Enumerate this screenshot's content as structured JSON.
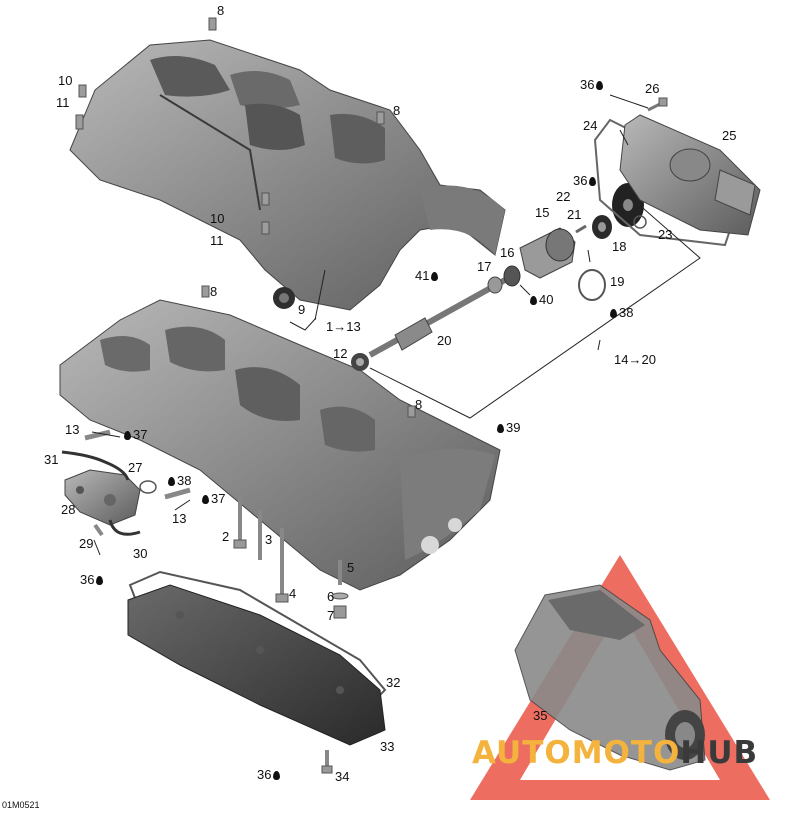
{
  "labels": {
    "l8a": "8",
    "l8b": "8",
    "l8c": "8",
    "l8d": "8",
    "l10a": "10",
    "l11a": "11",
    "l10b": "10",
    "l11b": "11",
    "l9": "9",
    "l1to13": "1→13",
    "l36a": "36",
    "l26": "26",
    "l24": "24",
    "l25": "25",
    "l36b": "36",
    "l22": "22",
    "l15": "15",
    "l21": "21",
    "l23": "23",
    "l18": "18",
    "l41": "41",
    "l17": "17",
    "l16": "16",
    "l40": "40",
    "l19": "19",
    "l38a": "38",
    "l20": "20",
    "l12": "12",
    "l14to20": "14→20",
    "l13a": "13",
    "l37a": "37",
    "l39": "39",
    "l31": "31",
    "l27": "27",
    "l38b": "38",
    "l37b": "37",
    "l13b": "13",
    "l28": "28",
    "l29": "29",
    "l30": "30",
    "l36c": "36",
    "l2": "2",
    "l3": "3",
    "l4": "4",
    "l5": "5",
    "l6": "6",
    "l7": "7",
    "l32": "32",
    "l33": "33",
    "l34": "34",
    "l35": "35",
    "l36d": "36"
  },
  "ref_code": "01M0521",
  "watermark": {
    "part1": "AUTOMOTO",
    "part2": "HUB"
  },
  "colors": {
    "part": "#8f8f8f",
    "part_dark": "#4a4a4a",
    "part_light": "#c4c4c4",
    "cover": "#2e2e2e",
    "watermark_red": "#e84a3a",
    "watermark_orange": "#f4b33d"
  }
}
